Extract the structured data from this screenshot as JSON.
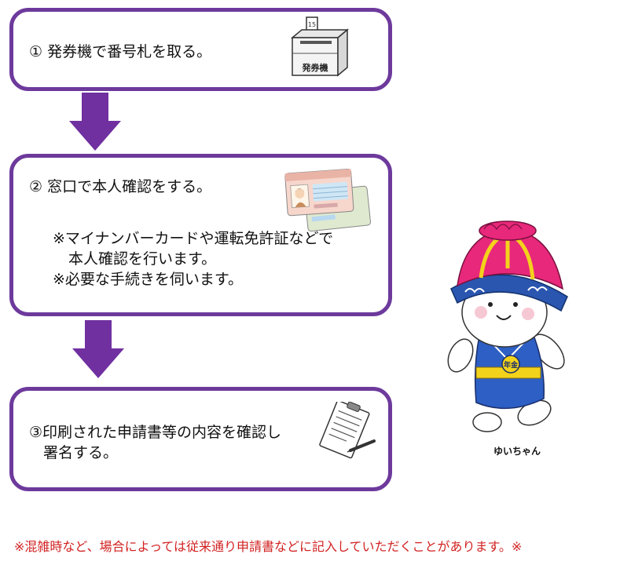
{
  "steps": [
    {
      "text": "① 発券機で番号札を取る。"
    },
    {
      "text": "② 窓口で本人確認をする。",
      "notes": [
        "※マイナンバーカードや運転免許証などで",
        "本人確認を行います。",
        "※必要な手続きを伺います。"
      ]
    },
    {
      "lines": [
        "③印刷された申請書等の内容を確認し",
        "署名する。"
      ]
    }
  ],
  "ticket_machine": {
    "label": "発券機",
    "ticket_number": "15"
  },
  "mascot": {
    "name": "ゆいちゃん",
    "badge": "年金"
  },
  "footer_note": "※混雑時など、場合によっては従来通り申請書などに記入していただくことがあります。※",
  "colors": {
    "box_border": "#6d3a9c",
    "arrow": "#7030a0",
    "note_text": "#d22222",
    "hat_pink": "#e8287a",
    "hat_blue": "#2a56b0",
    "clothes_blue": "#2d5fc4",
    "belt_yellow": "#f3d21c"
  },
  "icons": [
    "ticket-machine-icon",
    "id-card-icon",
    "signing-form-icon",
    "down-arrow-icon"
  ]
}
